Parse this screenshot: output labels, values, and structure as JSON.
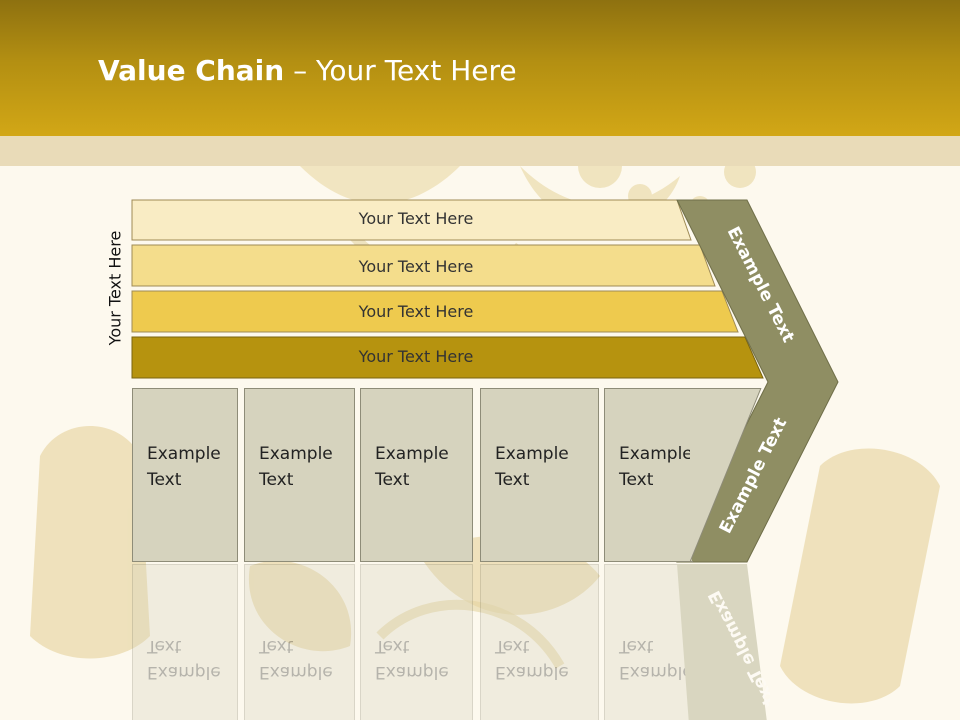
{
  "title": {
    "bold": "Value Chain",
    "rest": " – Your Text Here"
  },
  "vertical_label": "Your Text Here",
  "bars": [
    {
      "label": "Your Text Here",
      "color": "#f9ecc4"
    },
    {
      "label": "Your Text Here",
      "color": "#f4dd8c"
    },
    {
      "label": "Your Text Here",
      "color": "#eeca4e"
    },
    {
      "label": "Your Text Here",
      "color": "#b6930f"
    }
  ],
  "boxes": [
    {
      "line1": "Example",
      "line2": "Text"
    },
    {
      "line1": "Example",
      "line2": "Text"
    },
    {
      "line1": "Example",
      "line2": "Text"
    },
    {
      "line1": "Example",
      "line2": "Text"
    },
    {
      "line1": "Example",
      "line2": "Text"
    }
  ],
  "chevron": {
    "top_label": "Example Text",
    "bottom_label": "Example Text",
    "color": "#8f8e63"
  },
  "colors": {
    "header": "#b8920f",
    "background": "#fdf9ee",
    "box": "#d6d3be"
  }
}
